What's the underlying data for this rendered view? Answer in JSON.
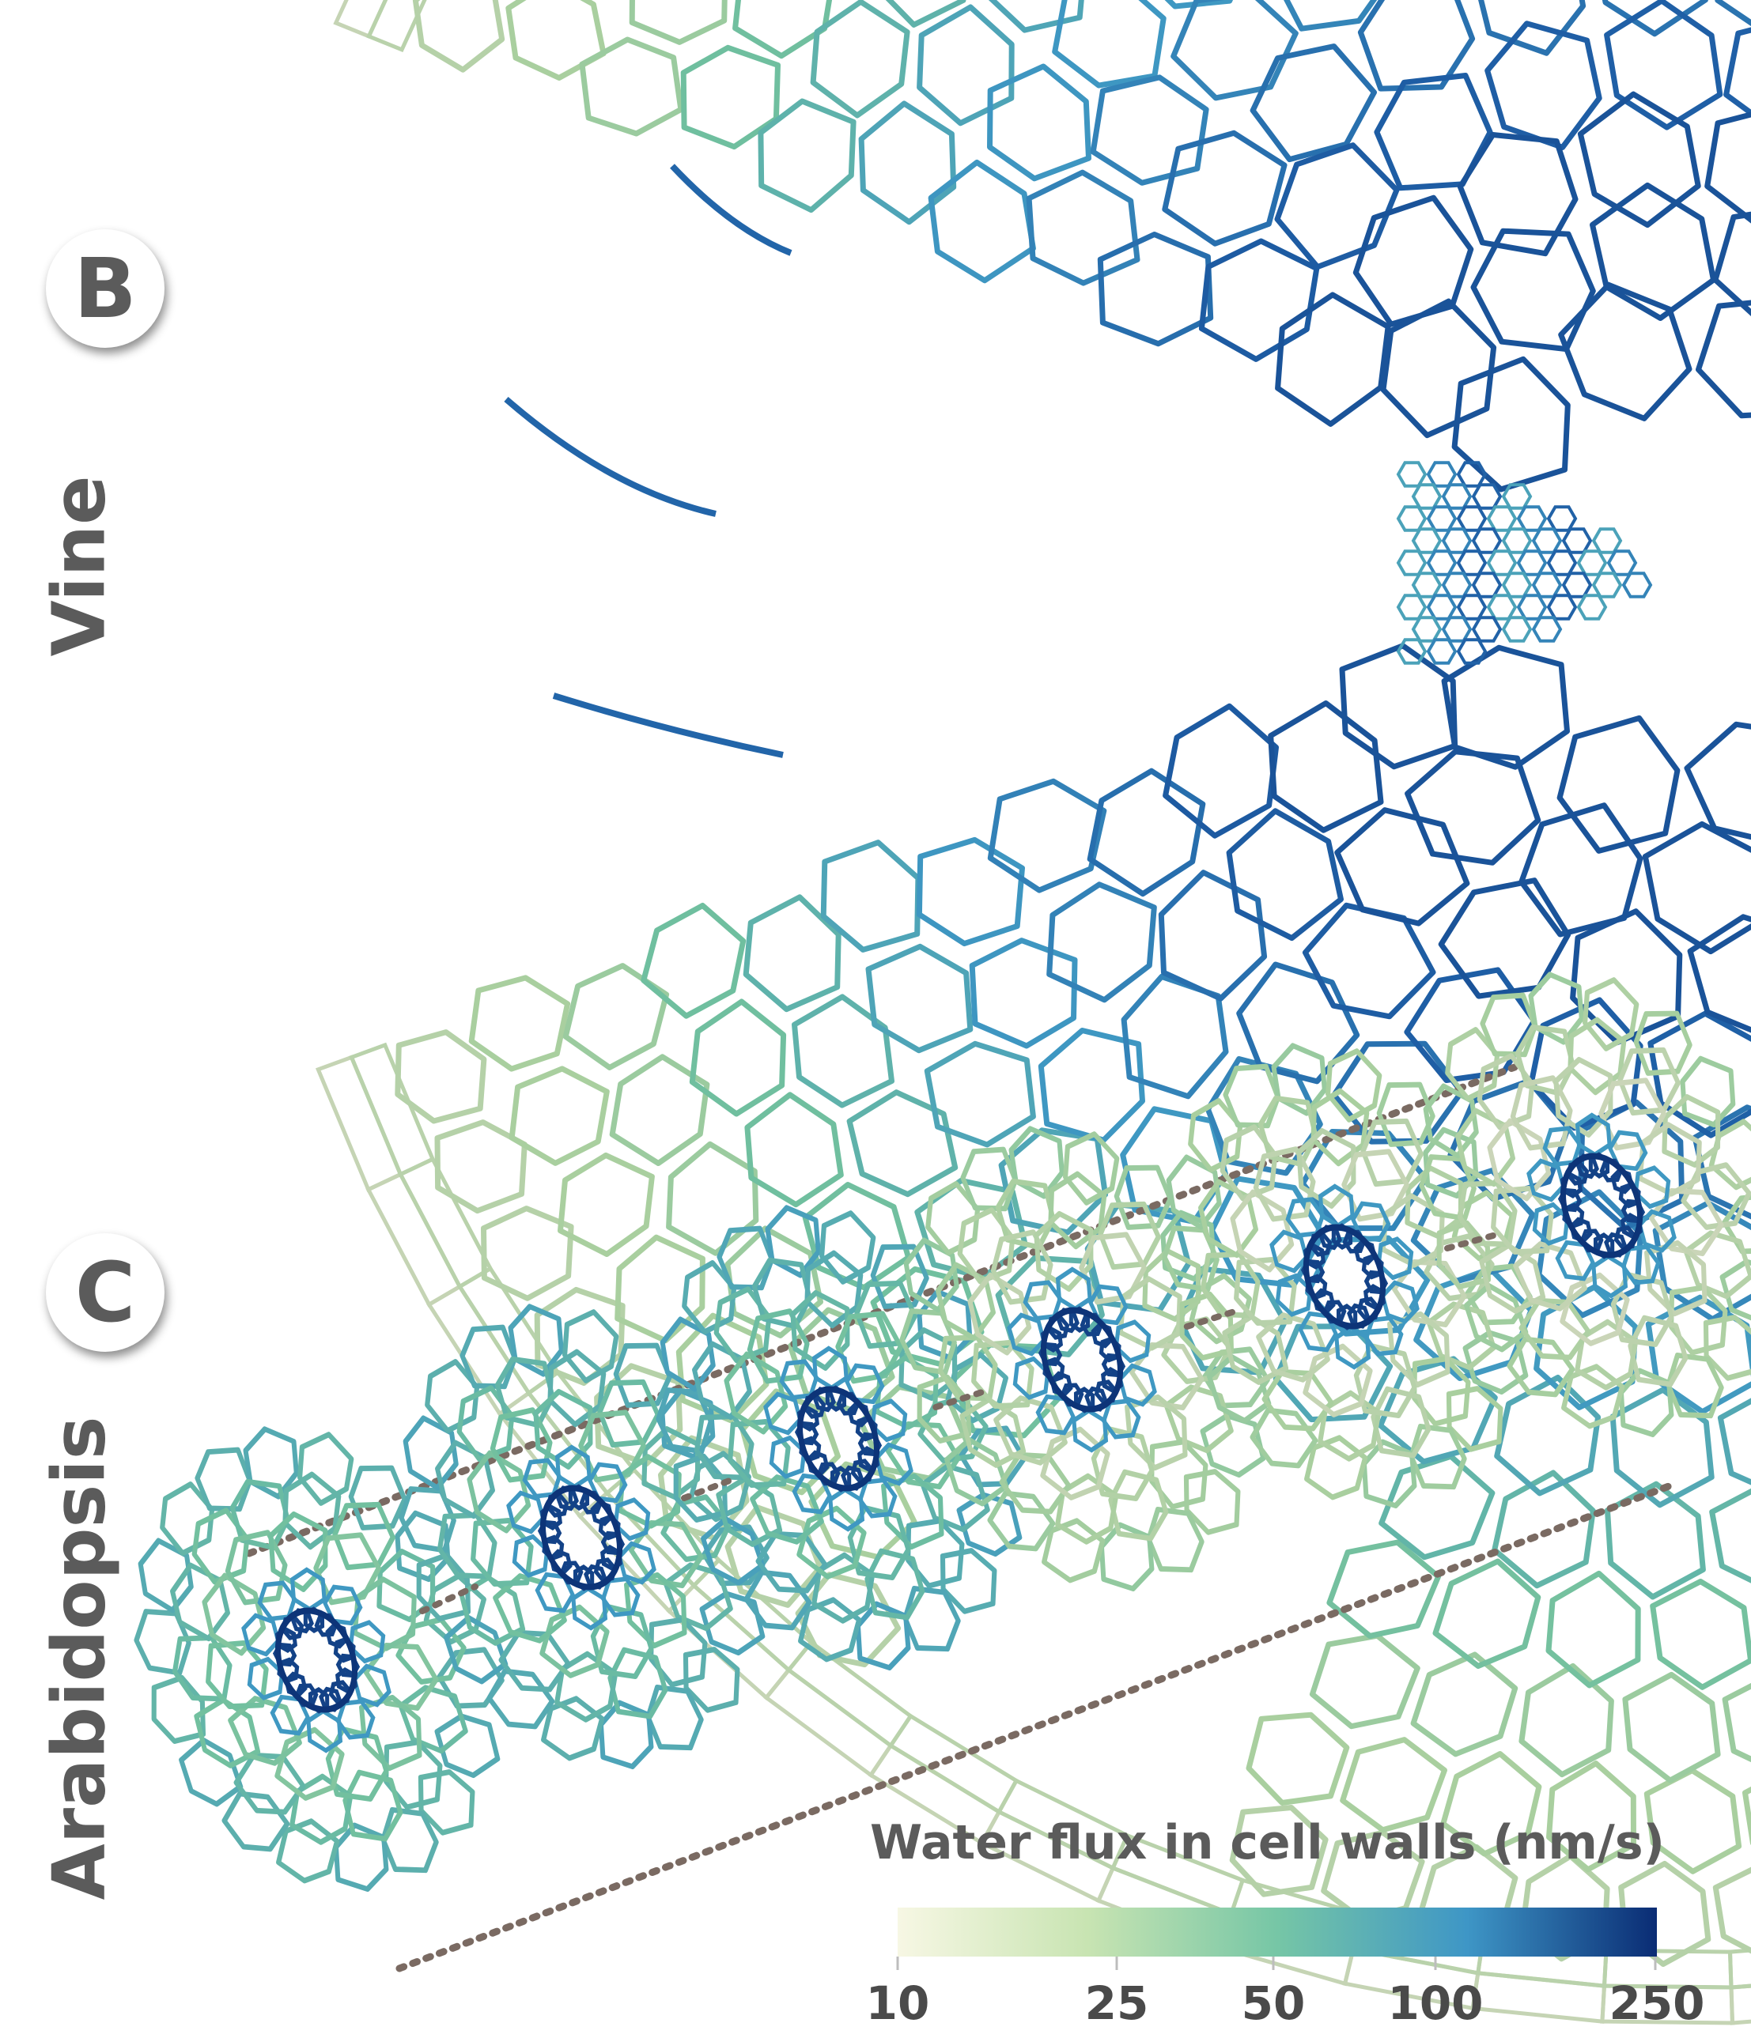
{
  "panels": {
    "b": {
      "letter": "B",
      "species": "Vine"
    },
    "c": {
      "letter": "C",
      "species": "Arabidopsis"
    }
  },
  "legend": {
    "title": "Water flux in cell walls (nm/s)",
    "ticks": [
      "10",
      "25",
      "50",
      "100",
      "250"
    ],
    "colors": [
      "#f5f5dc",
      "#c7e3b0",
      "#7ec8a5",
      "#41a6c4",
      "#2163a8",
      "#082d76"
    ]
  },
  "colors": {
    "low": "#d9d8c4",
    "mid": "#6fbf9f",
    "high": "#1f5fa6",
    "peak": "#0b2f73",
    "dots": "#7a6a62",
    "text": "#5b5b5b"
  },
  "sections_count_label": ""
}
